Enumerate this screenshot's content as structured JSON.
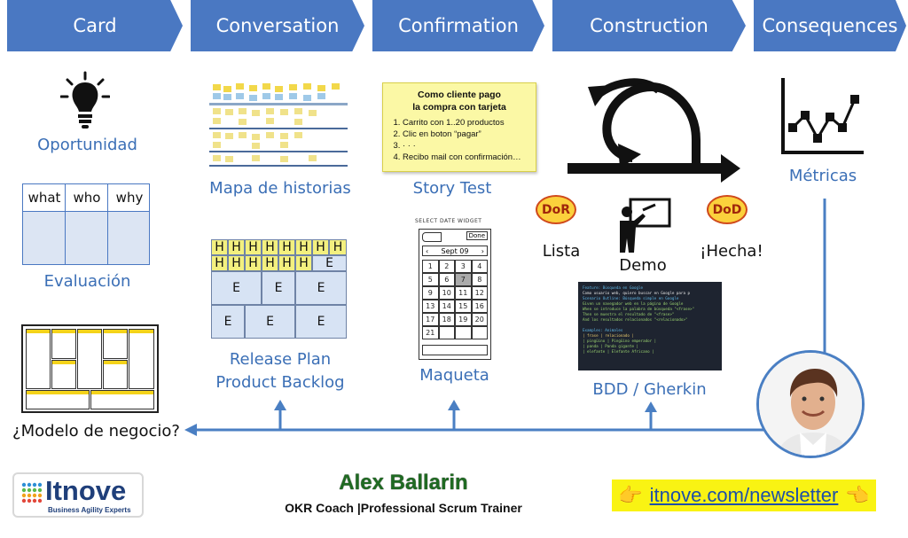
{
  "header": {
    "steps": [
      "Card",
      "Conversation",
      "Confirmation",
      "Construction",
      "Consequences"
    ]
  },
  "card": {
    "opportunity_label": "Oportunidad",
    "evaluation_headers": [
      "what",
      "who",
      "why"
    ],
    "evaluation_label": "Evaluación",
    "business_model_label": "¿Modelo de negocio?"
  },
  "conversation": {
    "story_map_label": "Mapa de historias",
    "release_rows": [
      [
        "H",
        "H",
        "H",
        "H",
        "H",
        "H",
        "H",
        "H"
      ],
      [
        "H",
        "H",
        "H",
        "H",
        "H",
        "H",
        "E"
      ]
    ],
    "epic_label": "E",
    "release_plan_label": "Release Plan",
    "product_backlog_label": "Product Backlog"
  },
  "confirmation": {
    "note_title_1": "Como cliente pago",
    "note_title_2": "la compra con tarjeta",
    "note_items": [
      "Carrito con 1..20 productos",
      "Clic en boton “pagar”",
      "· · ·",
      "Recibo mail con confirmación…"
    ],
    "story_test_label": "Story Test",
    "mockup_label": "Maqueta",
    "mockup_header": "SELECT DATE WIDGET",
    "mockup_done": "Done",
    "mockup_month": "Sept 09",
    "mockup_days": [
      "1",
      "2",
      "3",
      "4",
      "5",
      "6",
      "7",
      "8",
      "9",
      "10",
      "11",
      "12",
      "13",
      "14",
      "15",
      "16",
      "17",
      "18",
      "19",
      "20",
      "21"
    ]
  },
  "construction": {
    "dor": "DoR",
    "dod": "DoD",
    "ready_label": "Lista",
    "demo_label": "Demo",
    "done_label": "¡Hecha!",
    "bdd_label": "BDD / Gherkin",
    "code_lines": [
      "Feature: Búsqueda en Google",
      "  Como usuario web, quiero buscar en Google para p",
      "",
      "  Scenario Outline: Búsqueda simple en Google",
      "    Given un navegador web en la página de Google",
      "    When se introduce la palabra de búsqueda \"<frase>\"",
      "    Then se muestra el resultado de \"<frase>\"",
      "    And los resultados relacionados \"<relacionado>\"",
      "",
      "    Examples: Animales",
      "      | frase    | relacionado       |",
      "      | pingüino | Pingüino emperador |",
      "      | panda    | Panda gigante     |",
      "      | elefante | Elefante Africano |"
    ]
  },
  "consequences": {
    "metrics_label": "Métricas"
  },
  "footer": {
    "logo_text": "Itnove",
    "logo_tagline": "Business Agility Experts",
    "name": "Alex Ballarin",
    "role": "OKR Coach |Professional Scrum Trainer",
    "newsletter": "itnove.com/newsletter",
    "pointer_icon": "👉",
    "pointer_icon_left": "👈"
  },
  "colors": {
    "header_blue": "#4a78c2",
    "label_blue": "#3b6fb6",
    "arrow_blue": "#4a7fc3",
    "sticky_yellow": "#fbf8a5",
    "highlight_yellow": "#f9f313",
    "badge_yellow": "#fbd13c",
    "badge_red": "#d04a1c"
  }
}
